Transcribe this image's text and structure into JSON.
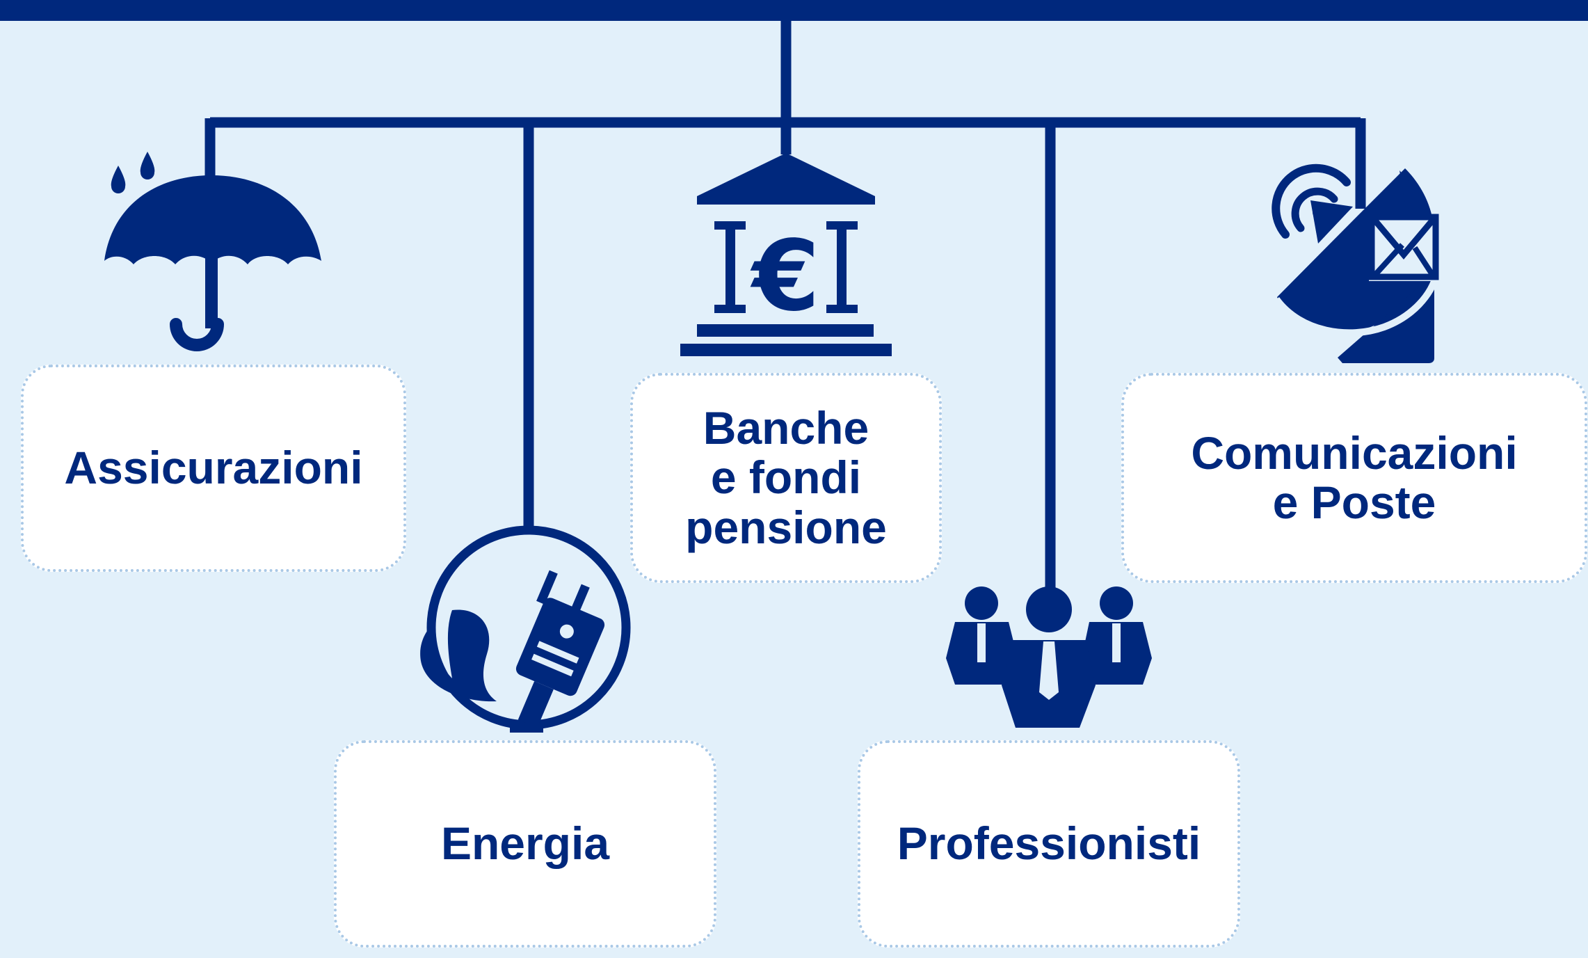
{
  "colors": {
    "primary": "#00287d",
    "background": "#e2f0fa",
    "box_fill": "#ffffff",
    "box_border": "#a9c8e6"
  },
  "categories": [
    {
      "id": "insurance",
      "label": "Assicurazioni",
      "icon": "umbrella-rain-icon"
    },
    {
      "id": "energy",
      "label": "Energia",
      "icon": "plug-leaf-icon"
    },
    {
      "id": "banks",
      "label": "Banche\ne fondi\npensione",
      "icon": "bank-euro-icon"
    },
    {
      "id": "professionals",
      "label": "Professionisti",
      "icon": "professionals-group-icon"
    },
    {
      "id": "communications",
      "label": "Comunicazioni\ne Poste",
      "icon": "communications-mail-icon"
    }
  ]
}
